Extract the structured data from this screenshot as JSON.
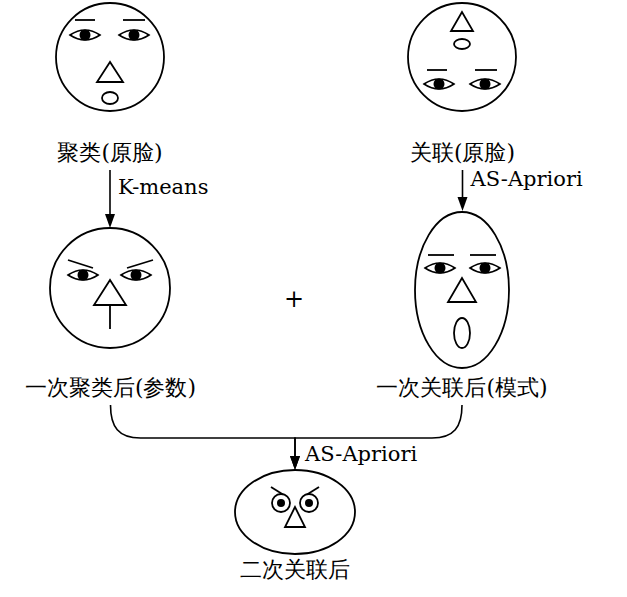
{
  "diagram": {
    "nodes": [
      {
        "text": [
          "聚类(原脸)"
        ]
      },
      {
        "text": [
          "关联(原脸)"
        ]
      },
      {
        "text": [
          "一次聚类后(参数)"
        ]
      },
      {
        "text": [
          "一次关联后(模式)"
        ]
      },
      {
        "text": [
          "二次关联后"
        ]
      }
    ],
    "edges": [
      {
        "from": 0,
        "to": 2,
        "label": "K-means",
        "arrow": "to"
      },
      {
        "from": 1,
        "to": 3,
        "label": "AS-Apriori",
        "arrow": "to"
      },
      {
        "from": 2,
        "to": 4,
        "label": "AS-Apriori",
        "arrow": "to"
      },
      {
        "from": 3,
        "to": 4,
        "arrow": "to"
      }
    ],
    "labels": [
      "+"
    ]
  }
}
